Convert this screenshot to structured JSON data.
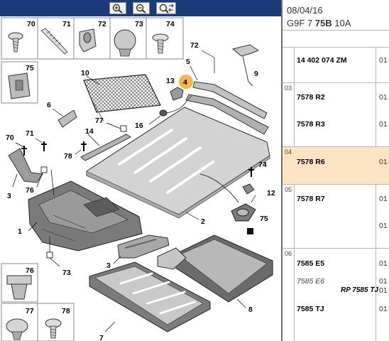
{
  "toolbar": {
    "buttons": [
      {
        "name": "zoom-in",
        "icon": "magnifier-plus-icon"
      },
      {
        "name": "zoom-out",
        "icon": "magnifier-minus-icon"
      },
      {
        "name": "zoom-fit",
        "icon": "magnifier-arrows-icon"
      }
    ]
  },
  "panel": {
    "date": "08/04/16",
    "code_prefix": "G9F 7",
    "code_bold": "75B",
    "code_suffix": "10A",
    "rows": [
      {
        "section": "",
        "ref": "14 402 074 ZM",
        "qty": "01"
      },
      {
        "section": "03",
        "ref": "7578 R2",
        "qty": "01"
      },
      {
        "section": "",
        "ref": "7578 R3",
        "qty": "01"
      },
      {
        "section": "04",
        "ref": "7578 R6",
        "qty": "01",
        "selected": true
      },
      {
        "section": "05",
        "ref": "7578 R7",
        "qty": "01"
      },
      {
        "section": "",
        "ref": "",
        "qty": "01"
      },
      {
        "section": "06",
        "ref": "7585 E5",
        "qty": "01"
      },
      {
        "section": "",
        "ref": "7585 E6",
        "qty": "01",
        "italic": true
      },
      {
        "section": "",
        "rp": "RP 7585 TJ",
        "qty": "01"
      },
      {
        "section": "",
        "ref": "7585 TJ",
        "qty": "01"
      }
    ]
  },
  "thumbnails": {
    "top": [
      "70",
      "71",
      "72",
      "73",
      "74"
    ],
    "mid": "75",
    "bottom": [
      "76",
      "77",
      "78"
    ]
  },
  "callouts": {
    "c1": "1",
    "c2": "2",
    "c3a": "3",
    "c3b": "3",
    "c4": "4",
    "c5": "5",
    "c6": "6",
    "c7": "7",
    "c8": "8",
    "c9": "9",
    "c10": "10",
    "c12": "12",
    "c13": "13",
    "c14": "14",
    "c16": "16",
    "c70": "70",
    "c71": "71",
    "c72": "72",
    "c73": "73",
    "c74": "74",
    "c75": "75",
    "c76": "76",
    "c77": "77",
    "c78": "78"
  },
  "colors": {
    "topbar": "#1b3a7a",
    "highlight": "#fbe3c4",
    "callout_highlight": "#f3b64a",
    "part_fill": "#d3d3d3",
    "part_dark": "#6e6e6e"
  }
}
